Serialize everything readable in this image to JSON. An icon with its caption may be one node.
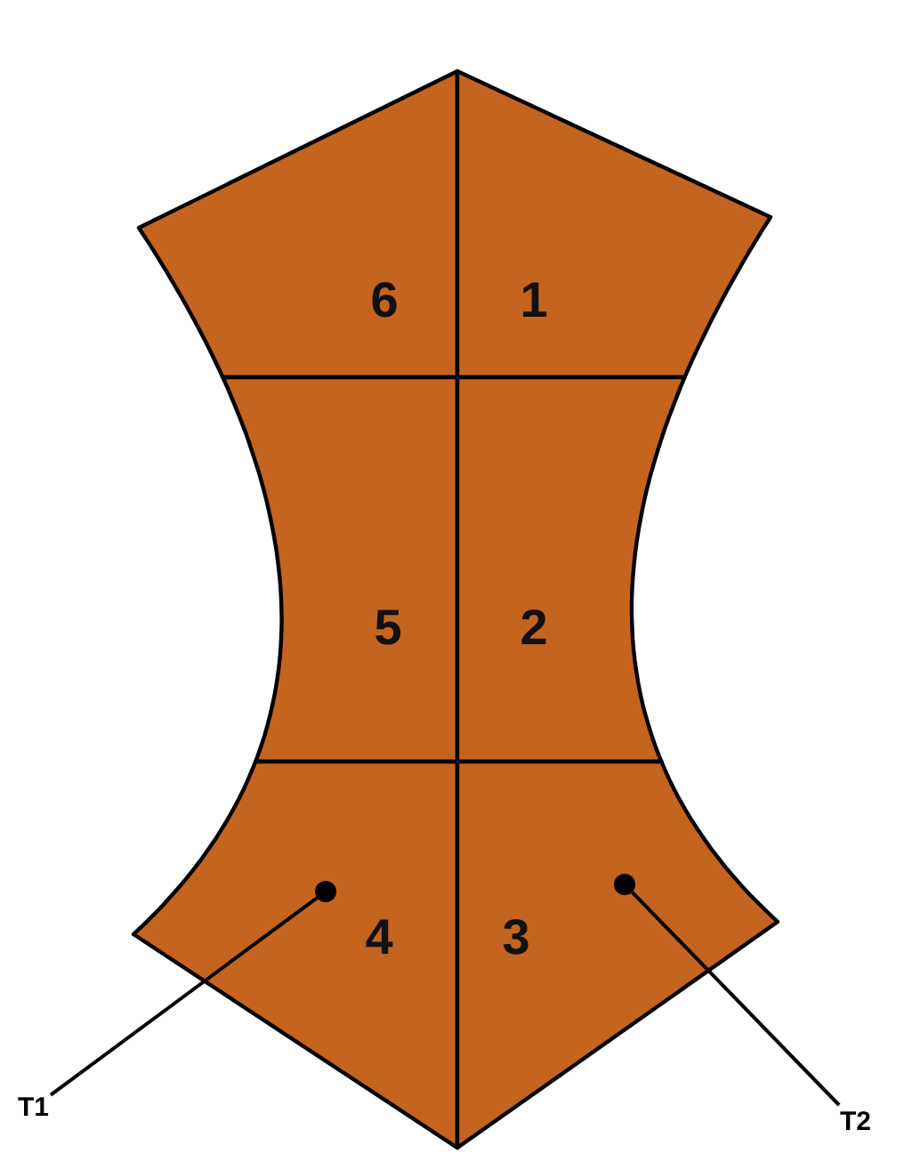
{
  "diagram": {
    "nodes": [
      {
        "text": [
          "6"
        ]
      },
      {
        "text": [
          "1"
        ]
      },
      {
        "text": [
          "5"
        ]
      },
      {
        "text": [
          "2"
        ]
      },
      {
        "text": [
          "4"
        ]
      },
      {
        "text": [],
        "shape": "circle",
        "in": 4
      },
      {
        "text": [
          "3"
        ]
      },
      {
        "text": [],
        "shape": "circle",
        "in": 6
      },
      {
        "text": [
          "T1"
        ]
      },
      {
        "text": [
          "T2"
        ]
      }
    ],
    "edges": [
      {
        "from": 8,
        "to": 5,
        "arrow": "none"
      },
      {
        "from": 9,
        "to": 7,
        "arrow": "none"
      }
    ]
  }
}
